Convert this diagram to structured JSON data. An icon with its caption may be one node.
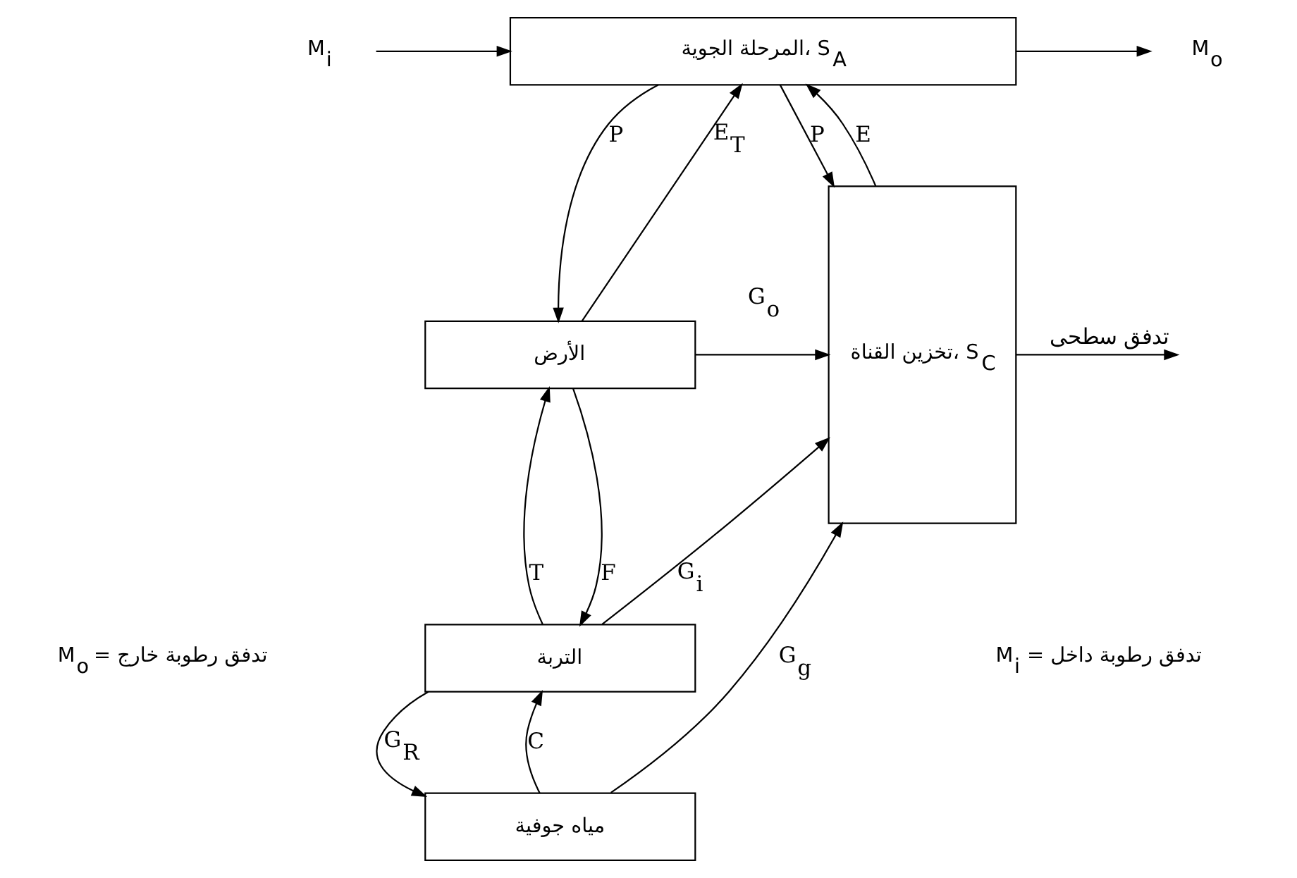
{
  "diagram": {
    "nodes": [
      {
        "text": [
          "M$_{i}$"
        ]
      },
      {
        "text": [
          "المرحلة الجوية، S$_{A}$"
        ]
      },
      {
        "text": [
          "M$_{o}$"
        ]
      },
      {
        "text": [
          "الأرض"
        ]
      },
      {
        "text": [
          "التربة"
        ]
      },
      {
        "text": [
          "مياه جوفية"
        ]
      },
      {
        "text": [
          "تخزين القناة، S$_{C}$"
        ]
      }
    ],
    "edges": [
      {
        "from": 0,
        "to": 1,
        "arrow": "to"
      },
      {
        "from": 1,
        "to": 2,
        "arrow": "to"
      },
      {
        "from": 1,
        "to": 3,
        "arrow": "to",
        "label": "P"
      },
      {
        "from": 3,
        "to": 1,
        "arrow": "to",
        "label": "E$_{T}$"
      },
      {
        "from": 6,
        "to": 1,
        "arrow": "to",
        "label": "E"
      },
      {
        "from": 1,
        "to": 6,
        "arrow": "to",
        "label": "P"
      },
      {
        "from": 3,
        "to": 6,
        "arrow": "to",
        "label": "G$_{o}$"
      },
      {
        "from": 3,
        "to": 4,
        "arrow": "to",
        "label": "F"
      },
      {
        "from": 4,
        "to": 3,
        "arrow": "to",
        "label": "T"
      },
      {
        "from": 4,
        "to": 6,
        "arrow": "to",
        "label": "G$_{i}$"
      },
      {
        "from": 4,
        "to": 5,
        "arrow": "to",
        "label": "G$_{R}$"
      },
      {
        "from": 5,
        "to": 4,
        "arrow": "to",
        "label": "C"
      },
      {
        "from": 5,
        "to": 6,
        "arrow": "to",
        "label": "G$_{g}$"
      },
      {
        "from": 6,
        "to": null,
        "arrow": "to",
        "label": "تدفق سطحى"
      }
    ],
    "labels": [
      "M$_{i}$ = تدفق رطوبة داخل",
      "M$_{o}$ = تدفق رطوبة خارج"
    ]
  }
}
